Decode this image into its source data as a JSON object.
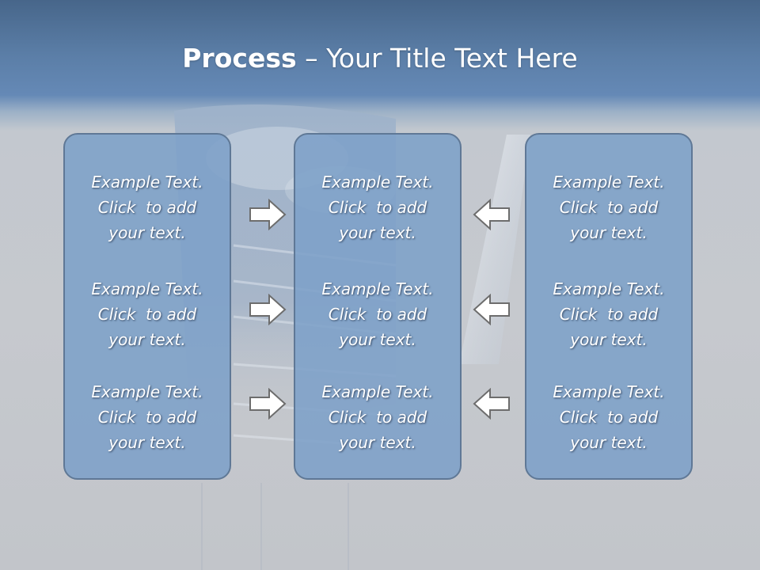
{
  "title": {
    "bold": "Process",
    "rest": " – Your Title Text Here"
  },
  "columns": [
    {
      "blocks": [
        {
          "text": "Example Text.\nClick  to add\nyour text."
        },
        {
          "text": "Example Text.\nClick  to add\nyour text."
        },
        {
          "text": "Example Text.\nClick  to add\nyour text."
        }
      ]
    },
    {
      "blocks": [
        {
          "text": "Example Text.\nClick  to add\nyour text."
        },
        {
          "text": "Example Text.\nClick  to add\nyour text."
        },
        {
          "text": "Example Text.\nClick  to add\nyour text."
        }
      ]
    },
    {
      "blocks": [
        {
          "text": "Example Text.\nClick  to add\nyour text."
        },
        {
          "text": "Example Text.\nClick  to add\nyour text."
        },
        {
          "text": "Example Text.\nClick  to add\nyour text."
        }
      ]
    }
  ],
  "arrows": {
    "left_group": "right-arrow-icon",
    "right_group": "left-arrow-icon"
  },
  "colors": {
    "header": "#5b7ea7",
    "panel_fill": "#7da0c8",
    "panel_border": "#5f7896",
    "text": "#ffffff"
  }
}
